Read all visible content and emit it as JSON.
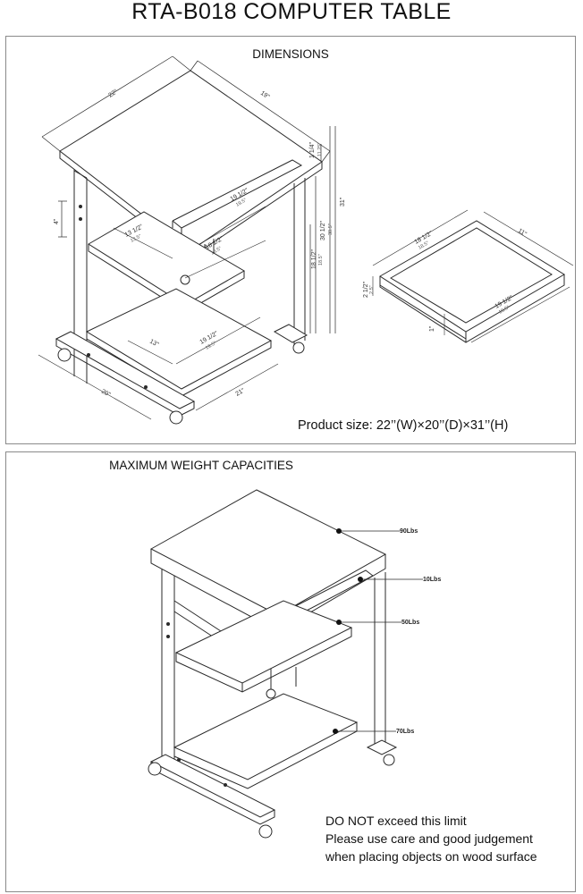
{
  "title": "RTA-B018 COMPUTER TABLE",
  "dimensions_panel": {
    "heading": "DIMENSIONS",
    "product_size": "Product size: 22’’(W)×20’’(D)×31’’(H)",
    "labels": {
      "top_width": "22\"",
      "top_depth": "19\"",
      "height_total": "31\"",
      "height_top": "30 1/2\"",
      "height_top_sub": "30.5\"",
      "height_shelf": "18 1/2\"",
      "height_shelf_sub": "18.5\"",
      "top_thickness": "1 1/4\"",
      "top_thickness_sub": "11.25\"",
      "gap": "4\"",
      "keyboard_width": "13 1/2\"",
      "keyboard_width_sub": "13.5\"",
      "keyboard_depth": "18 1/2\"",
      "keyboard_depth_sub": "18.5\"",
      "drawer_inner": "19 1/2\"",
      "drawer_inner_sub": "19.5\"",
      "bottom_shelf": "19 1/2\"",
      "bottom_shelf_sub": "19.5\"",
      "bottom_depth": "13\"",
      "base_depth": "20\"",
      "base_width": "21\"",
      "tray_length": "18 1/2\"",
      "tray_length_sub": "18.5\"",
      "tray_width": "19 1/2\"",
      "tray_width_sub": "19.5\"",
      "tray_depth": "11\"",
      "tray_height": "2 1/2\"",
      "tray_height_sub": "2.5\"",
      "tray_small": "1\""
    }
  },
  "weight_panel": {
    "heading": "MAXIMUM WEIGHT CAPACITIES",
    "capacities": {
      "top": "90Lbs",
      "tray": "10Lbs",
      "keyboard_shelf": "50Lbs",
      "bottom_shelf": "70Lbs"
    },
    "notice": [
      "DO NOT exceed this limit",
      "Please use care and good judgement",
      "when placing objects on wood surface"
    ]
  },
  "colors": {
    "line": "#2a2a2a",
    "border": "#8a8a8a",
    "background": "#ffffff"
  }
}
